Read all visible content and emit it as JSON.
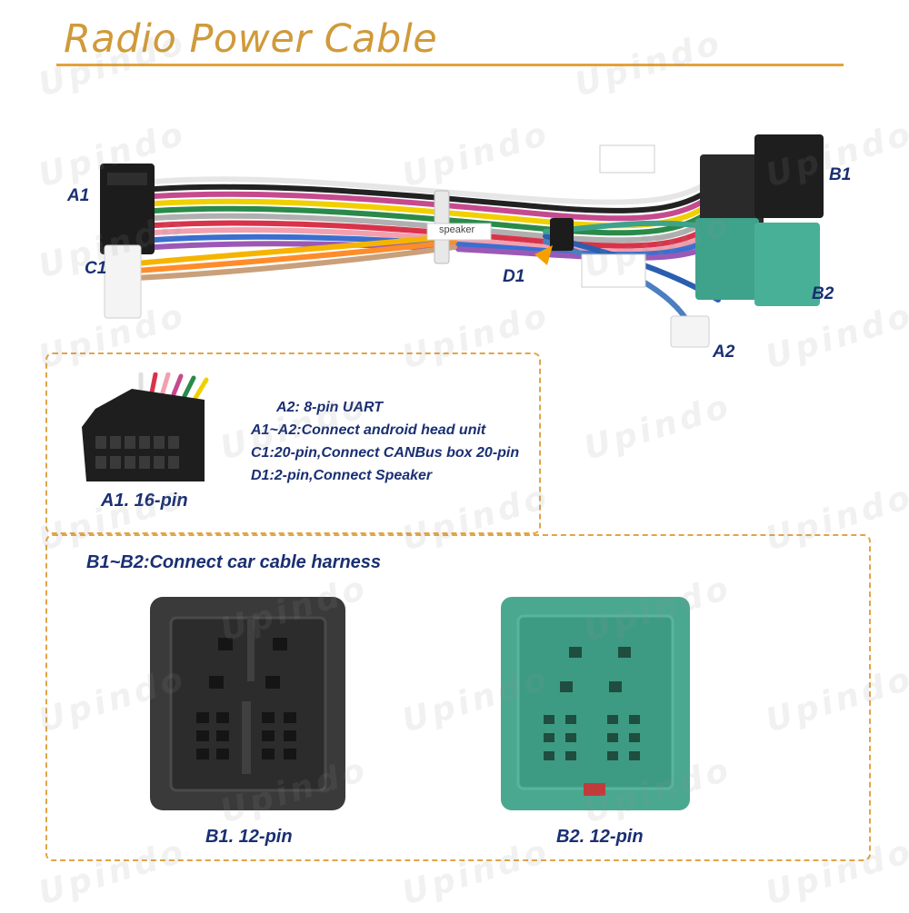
{
  "title": "Radio Power Cable",
  "watermark": "Upindo",
  "labels": {
    "a1": "A1",
    "c1": "C1",
    "d1": "D1",
    "b1": "B1",
    "b2": "B2",
    "a2": "A2",
    "speaker_tag": "speaker"
  },
  "info_box": {
    "lines": [
      "A2: 8-pin UART",
      "A1~A2:Connect android head unit",
      "C1:20-pin,Connect CANBus box 20-pin",
      "D1:2-pin,Connect Speaker"
    ],
    "caption": "A1. 16-pin"
  },
  "harness_box": {
    "heading": "B1~B2:Connect car cable harness",
    "b1_caption": "B1. 12-pin",
    "b2_caption": "B2. 12-pin"
  },
  "colors": {
    "accent": "#e3a23a",
    "label": "#1a2f72",
    "b1_connector": "#3a3a3a",
    "b2_connector": "#3fa28a"
  }
}
